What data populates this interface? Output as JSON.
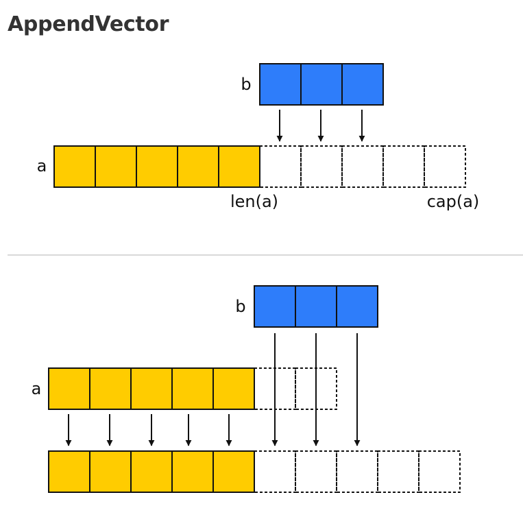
{
  "title": "AppendVector",
  "colors": {
    "a_fill": "#ffcc00",
    "b_fill": "#2e7dfa",
    "stroke": "#111111",
    "divider": "#d9d9d9"
  },
  "top": {
    "b_label": "b",
    "a_label": "a",
    "a_len": 5,
    "a_cap": 10,
    "b_len": 3,
    "len_label": "len(a)",
    "cap_label": "cap(a)"
  },
  "bottom": {
    "b_label": "b",
    "a_label": "a",
    "a_len": 5,
    "a_cap": 7,
    "b_len": 3,
    "result_len": 5,
    "result_cap": 10
  }
}
